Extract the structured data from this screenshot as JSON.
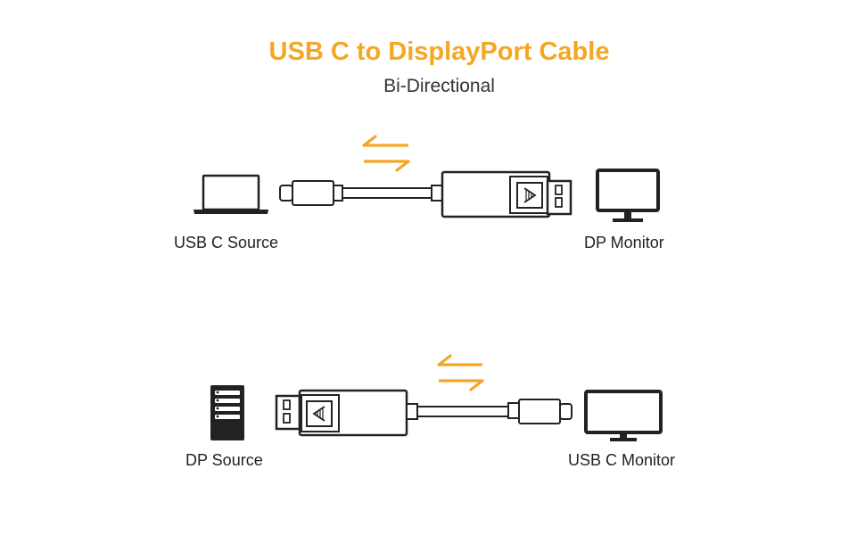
{
  "title": "USB C to DisplayPort Cable",
  "subtitle": "Bi-Directional",
  "colors": {
    "accent": "#f5a623",
    "line": "#222222"
  },
  "rows": [
    {
      "source_label": "USB C Source",
      "target_label": "DP Monitor",
      "source_icon": "laptop-icon",
      "target_icon": "monitor-icon"
    },
    {
      "source_label": "DP Source",
      "target_label": "USB C Monitor",
      "source_icon": "server-tower-icon",
      "target_icon": "monitor-icon"
    }
  ]
}
